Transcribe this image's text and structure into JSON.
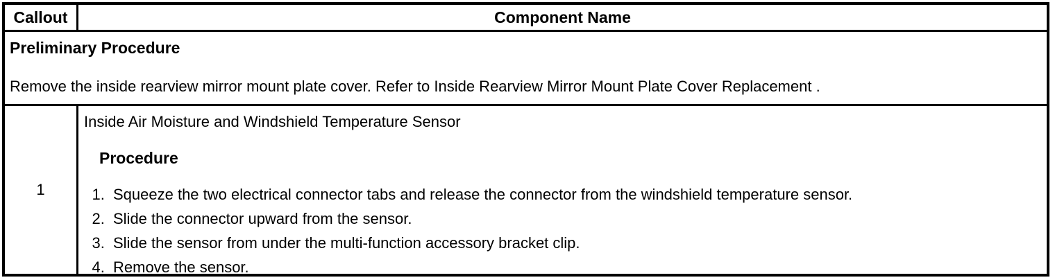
{
  "header": {
    "callout": "Callout",
    "component": "Component Name"
  },
  "preliminary": {
    "title": "Preliminary Procedure",
    "text_prefix": "Remove the inside rearview mirror mount plate cover. Refer to ",
    "link_text": "Inside Rearview Mirror Mount Plate Cover Replacement",
    "text_suffix": " ."
  },
  "row": {
    "callout": "1",
    "component": "Inside Air Moisture and Windshield Temperature Sensor",
    "procedure_label": "Procedure",
    "steps": [
      "Squeeze the two electrical connector tabs and release the connector from the windshield temperature sensor.",
      "Slide the connector upward from the sensor.",
      "Slide the sensor from under the multi-function accessory bracket clip.",
      "Remove the sensor."
    ]
  },
  "colors": {
    "border": "#000000",
    "text": "#000000",
    "background": "#ffffff"
  }
}
